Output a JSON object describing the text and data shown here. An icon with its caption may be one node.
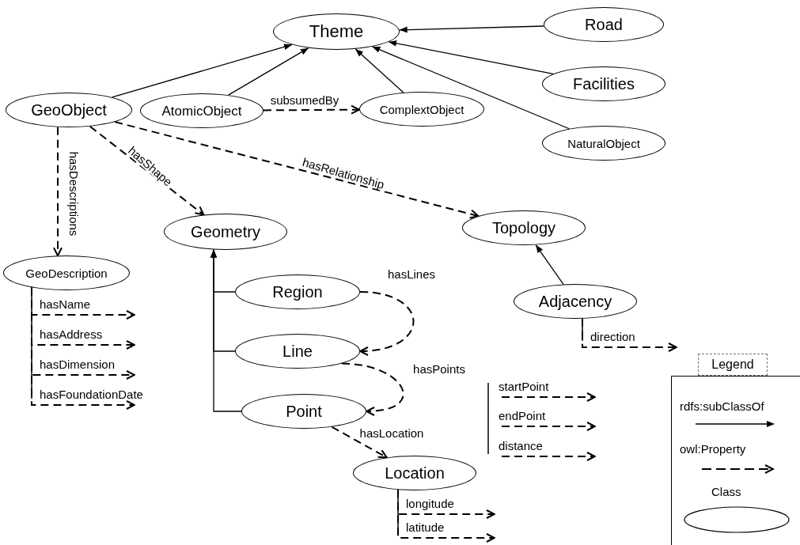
{
  "diagram": {
    "nodes": [
      {
        "text": [
          "Theme"
        ]
      },
      {
        "text": [
          "Road"
        ]
      },
      {
        "text": [
          "Facilities"
        ]
      },
      {
        "text": [
          "GeoObject"
        ]
      },
      {
        "text": [
          "AtomicObject"
        ]
      },
      {
        "text": [
          "ComplextObject"
        ]
      },
      {
        "text": [
          "NaturalObject"
        ]
      },
      {
        "text": [
          "Geometry"
        ]
      },
      {
        "text": [
          "Topology"
        ]
      },
      {
        "text": [
          "GeoDescription"
        ]
      },
      {
        "text": [
          "Region"
        ]
      },
      {
        "text": [
          "Adjacency"
        ]
      },
      {
        "text": [
          "Line"
        ]
      },
      {
        "text": [
          "Point"
        ]
      },
      {
        "text": [
          "Location"
        ]
      }
    ],
    "edges": [
      {
        "from": 1,
        "to": 0,
        "arrow": "to"
      },
      {
        "from": 2,
        "to": 0,
        "arrow": "to"
      },
      {
        "from": 6,
        "to": 0,
        "arrow": "to"
      },
      {
        "from": 3,
        "to": 0,
        "arrow": "to"
      },
      {
        "from": 4,
        "to": 0,
        "arrow": "to"
      },
      {
        "from": 5,
        "to": 0,
        "arrow": "to"
      },
      {
        "from": 4,
        "to": 5,
        "arrow": "to",
        "label": "subsumedBy",
        "style": "dashed"
      },
      {
        "from": 3,
        "to": 9,
        "arrow": "to",
        "label": "hasDescriptions",
        "style": "dashed"
      },
      {
        "from": 3,
        "to": 7,
        "arrow": "to",
        "label": "hasShape",
        "style": "dashed"
      },
      {
        "from": 3,
        "to": 8,
        "arrow": "to",
        "label": "hasRelationship",
        "style": "dashed"
      },
      {
        "from": 10,
        "to": 7,
        "arrow": "to"
      },
      {
        "from": 12,
        "to": 7,
        "arrow": "to"
      },
      {
        "from": 13,
        "to": 7,
        "arrow": "to"
      },
      {
        "from": 10,
        "to": 12,
        "arrow": "to",
        "label": "hasLines",
        "style": "dashed"
      },
      {
        "from": 12,
        "to": 13,
        "arrow": "to",
        "label": "hasPoints",
        "style": "dashed"
      },
      {
        "from": 13,
        "to": 14,
        "arrow": "to",
        "label": "hasLocation",
        "style": "dashed"
      },
      {
        "from": 11,
        "to": 8,
        "arrow": "to"
      },
      {
        "from": 9,
        "to": null,
        "arrow": "to",
        "label": "hasName",
        "style": "dashed"
      },
      {
        "from": 9,
        "to": null,
        "arrow": "to",
        "label": "hasAddress",
        "style": "dashed"
      },
      {
        "from": 9,
        "to": null,
        "arrow": "to",
        "label": "hasDimension",
        "style": "dashed"
      },
      {
        "from": 9,
        "to": null,
        "arrow": "to",
        "label": "hasFoundationDate",
        "style": "dashed"
      },
      {
        "from": 11,
        "to": null,
        "arrow": "to",
        "label": "direction",
        "style": "dashed"
      },
      {
        "from": 14,
        "to": null,
        "arrow": "to",
        "label": "longitude",
        "style": "dashed"
      },
      {
        "from": 14,
        "to": null,
        "arrow": "to",
        "label": "latitude",
        "style": "dashed"
      }
    ],
    "labels": [
      "startPoint",
      "endPoint",
      "distance",
      "Legend"
    ],
    "legend": [
      {
        "text": "rdfs:subClassOf"
      },
      {
        "text": "owl:Property"
      },
      {
        "text": "Class"
      }
    ]
  }
}
